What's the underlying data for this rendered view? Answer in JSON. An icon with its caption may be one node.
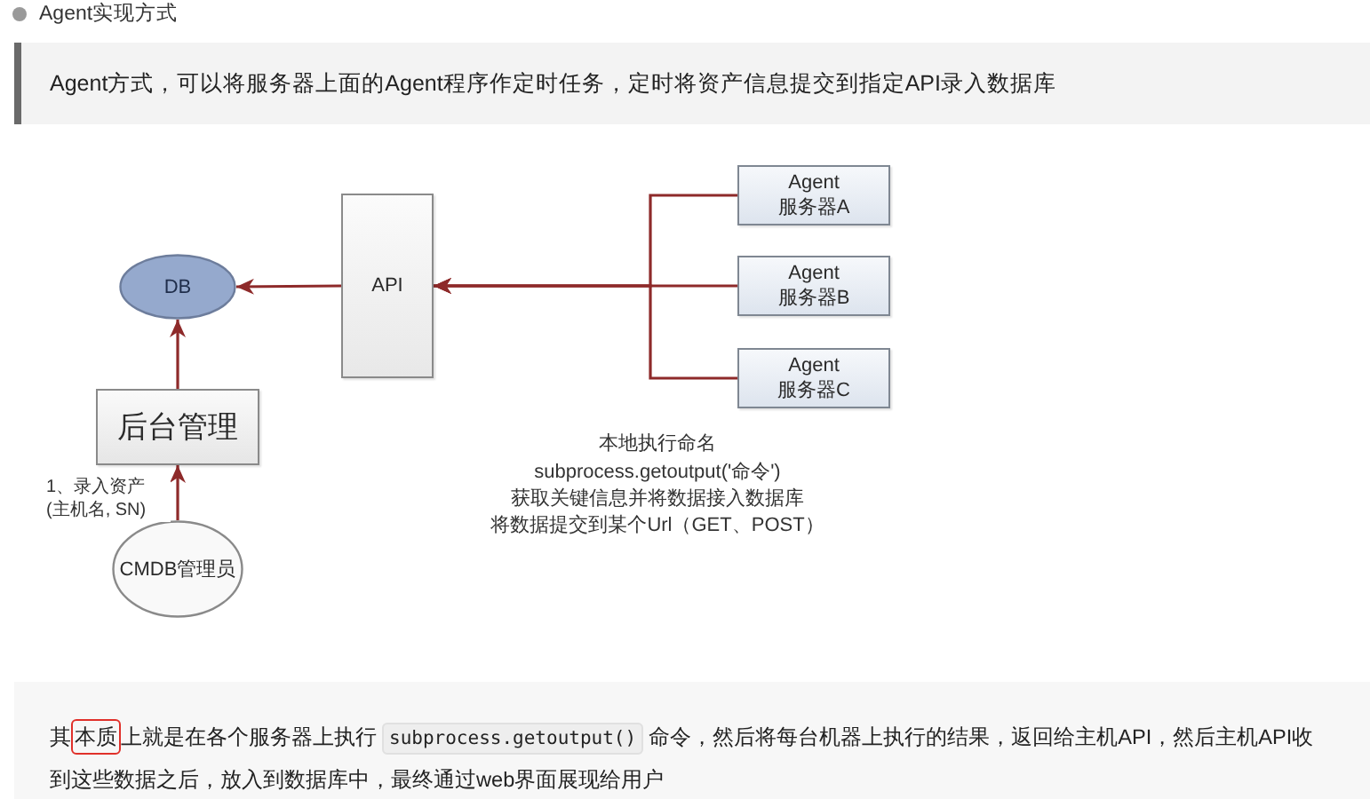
{
  "diagram": {
    "title": "Agent实现方式",
    "nodes": [
      {
        "text": [
          "DB"
        ]
      },
      {
        "text": [
          "API"
        ]
      },
      {
        "text": [
          "Agent",
          "服务器A"
        ]
      },
      {
        "text": [
          "Agent",
          "服务器B"
        ]
      },
      {
        "text": [
          "Agent",
          "服务器C"
        ]
      },
      {
        "text": [
          "后台管理"
        ]
      },
      {
        "text": [
          "CMDB管理员"
        ]
      }
    ],
    "edges": [
      {
        "from": 1,
        "to": 0,
        "arrow": "to"
      },
      {
        "from": 2,
        "to": 1,
        "arrow": "to"
      },
      {
        "from": 3,
        "to": 1,
        "arrow": "to"
      },
      {
        "from": 4,
        "to": 1,
        "arrow": "to"
      },
      {
        "from": 5,
        "to": 0,
        "arrow": "to"
      },
      {
        "from": 6,
        "to": 5,
        "arrow": "to",
        "label": "1、录入资产 (主机名, SN)"
      }
    ],
    "labels": [
      "Agent方式，可以将服务器上面的Agent程序作定时任务，定时将资产信息提交到指定API录入数据库",
      "本地执行命名",
      "subprocess.getoutput('命令')",
      "获取关键信息并将数据接入数据库",
      "将数据提交到某个Url（GET、POST）",
      "其",
      "本质",
      "上就是在各个服务器上执行",
      "subprocess.getoutput()",
      "命令，然后将每台机器上执行的结果，返回给主机API，然后主机API收",
      "到这些数据之后，放入到数据库中，最终通过web界面展现给用户"
    ]
  }
}
